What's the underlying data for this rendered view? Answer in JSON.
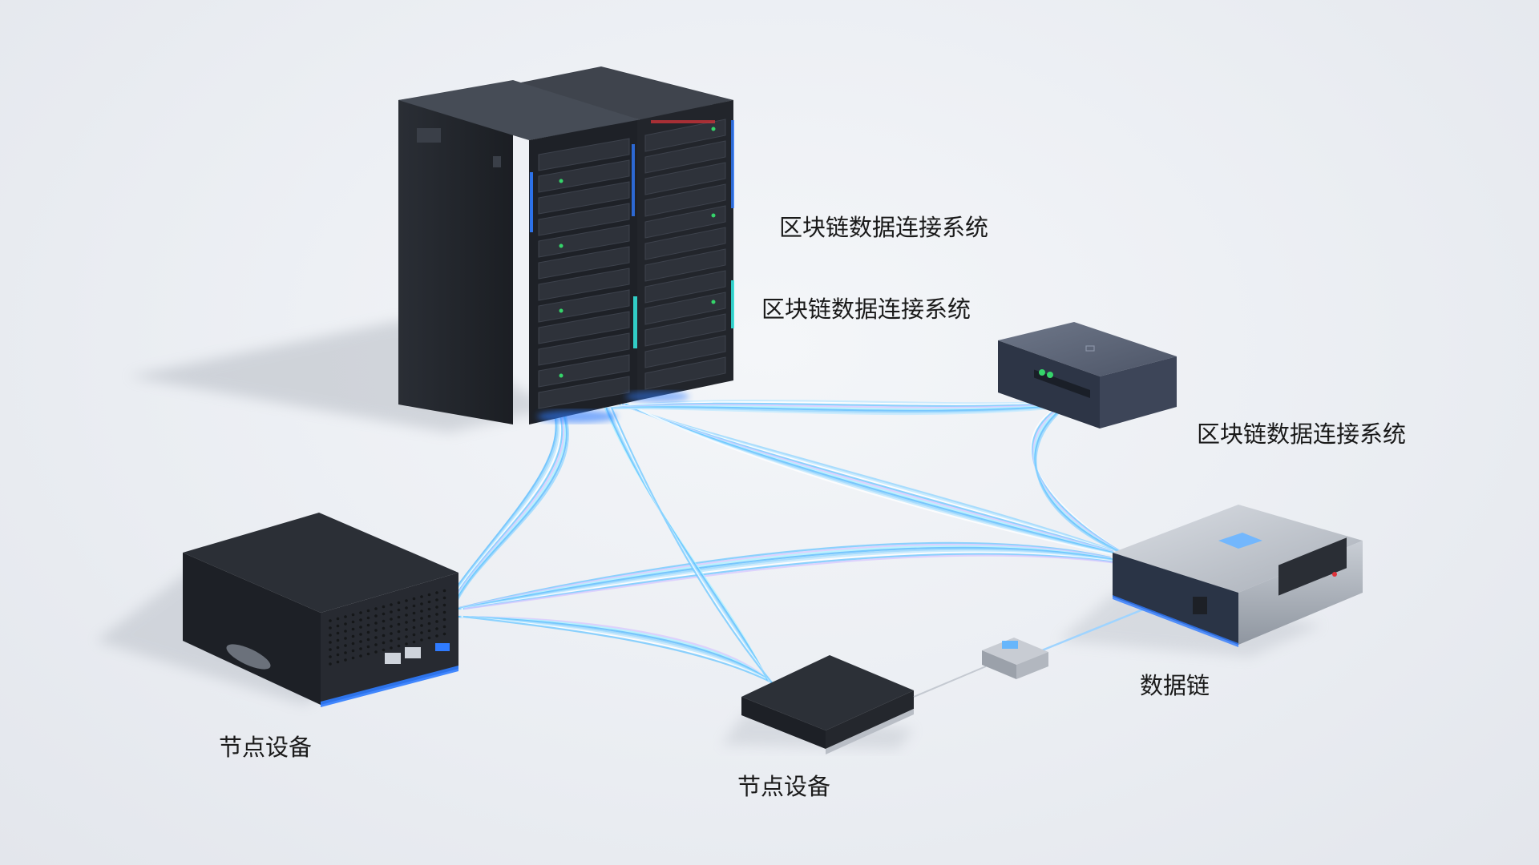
{
  "labels": {
    "system_title_1": "区块链数据连接系统",
    "system_title_2": "区块链数据连接系统",
    "switch_label": "区块链数据连接系统",
    "node_left": "节点设备",
    "node_bottom": "节点设备",
    "data_chain": "数据链"
  },
  "icons": {
    "server_rack": "server-rack-icon",
    "network_switch": "network-switch-icon",
    "mini_pc": "mini-pc-icon",
    "node_box": "node-box-icon",
    "gateway": "gateway-icon",
    "usb_adapter": "usb-adapter-icon"
  },
  "colors": {
    "cable_blue": "#4fb8ff",
    "led_blue": "#2f7bff",
    "led_cyan": "#33e0d8",
    "led_green": "#35d46a",
    "led_red": "#e0333a",
    "device_dark": "#24282f"
  }
}
